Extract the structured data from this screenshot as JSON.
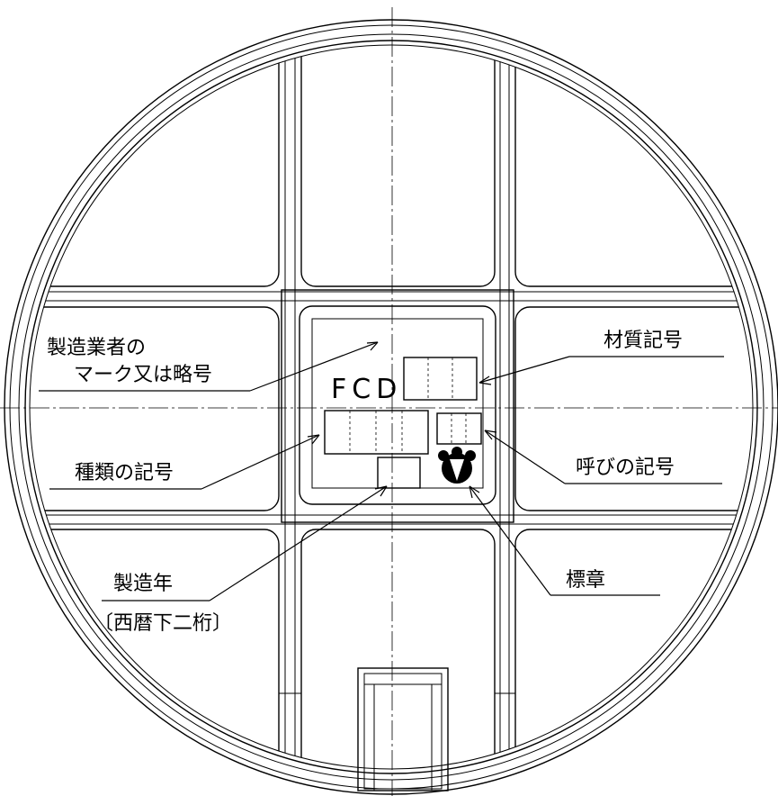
{
  "diagram": {
    "marking_text": "FCD",
    "labels": {
      "maker_mark_line1": "製造業者の",
      "maker_mark_line2": "マーク又は略号",
      "type_symbol": "種類の記号",
      "year_of_manufacture": "製造年",
      "year_note": "〔西暦下二桁〕",
      "material_symbol": "材質記号",
      "nominal_size_symbol": "呼びの記号",
      "emblem": "標章"
    }
  }
}
